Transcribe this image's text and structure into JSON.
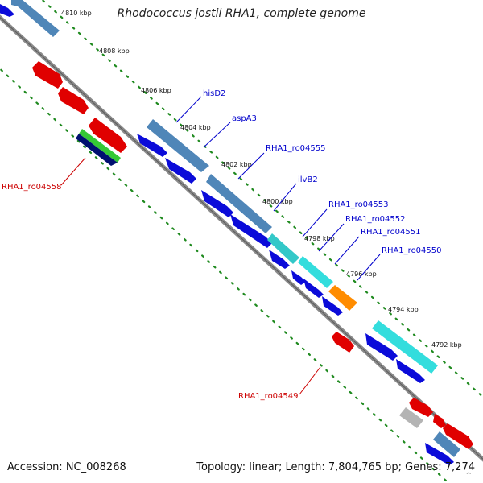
{
  "title": "Rhodococcus jostii RHA1, complete genome",
  "footer": {
    "accession": "Accession: NC_008268",
    "stats": "Topology: linear; Length: 7,804,765 bp; Genes: 7,274"
  },
  "corner_mark": "^",
  "colors": {
    "backbone": "#8a8a8a",
    "gc_skew_dots": "#1f8a1f",
    "forward_gene": "#0b0bd9",
    "reverse_gene": "#e00000",
    "cds_steelblue": "#4f86b8",
    "cds_cyan": "#33dddd",
    "cds_orange": "#ff8c00",
    "cds_gray": "#b4b4b4",
    "cds_green": "#35c935",
    "cds_navy": "#001070",
    "label_forward": "#0000cc",
    "label_reverse": "#cc0000"
  },
  "scale_ticks": [
    {
      "label": "4810 kbp"
    },
    {
      "label": "4808 kbp"
    },
    {
      "label": "4806 kbp"
    },
    {
      "label": "4804 kbp"
    },
    {
      "label": "4802 kbp"
    },
    {
      "label": "4800 kbp"
    },
    {
      "label": "4798 kbp"
    },
    {
      "label": "4796 kbp"
    },
    {
      "label": "4794 kbp"
    },
    {
      "label": "4792 kbp"
    }
  ],
  "gene_labels": [
    {
      "name": "hisD2",
      "strand": "forward"
    },
    {
      "name": "aspA3",
      "strand": "forward"
    },
    {
      "name": "RHA1_ro04555",
      "strand": "forward"
    },
    {
      "name": "ilvB2",
      "strand": "forward"
    },
    {
      "name": "RHA1_ro04553",
      "strand": "forward"
    },
    {
      "name": "RHA1_ro04552",
      "strand": "forward"
    },
    {
      "name": "RHA1_ro04551",
      "strand": "forward"
    },
    {
      "name": "RHA1_ro04550",
      "strand": "forward"
    },
    {
      "name": "RHA1_ro04558",
      "strand": "reverse"
    },
    {
      "name": "RHA1_ro04549",
      "strand": "reverse"
    }
  ]
}
